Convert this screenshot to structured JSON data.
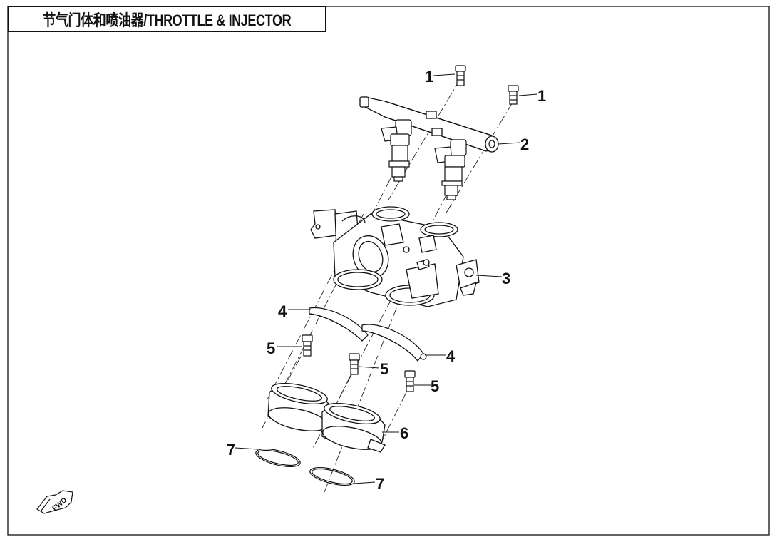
{
  "title": "节气门体和喷油器/THROTTLE & INJECTOR",
  "callouts": {
    "c1a": "1",
    "c1b": "1",
    "c2": "2",
    "c3": "3",
    "c4a": "4",
    "c4b": "4",
    "c5a": "5",
    "c5b": "5",
    "c5c": "5",
    "c6": "6",
    "c7a": "7",
    "c7b": "7"
  },
  "fwd_label": "FWD"
}
